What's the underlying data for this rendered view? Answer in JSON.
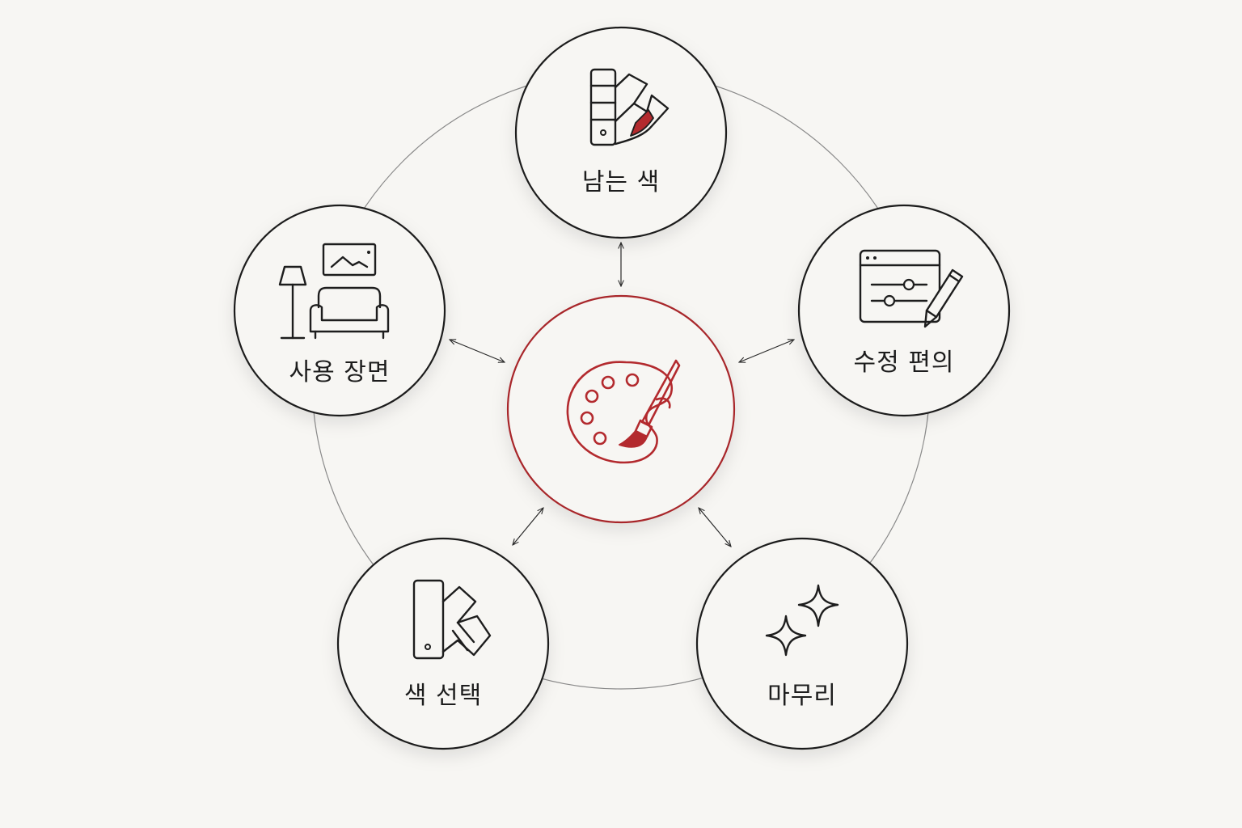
{
  "diagram": {
    "center": {
      "icon": "palette-brush-icon",
      "accent_color": "#b32a2e"
    },
    "nodes": [
      {
        "id": "remaining-colors",
        "label": "남는 색",
        "icon": "color-swatch-fan-icon"
      },
      {
        "id": "editing-convenience",
        "label": "수정 편의",
        "icon": "window-sliders-pencil-icon"
      },
      {
        "id": "finishing",
        "label": "마무리",
        "icon": "sparkles-icon"
      },
      {
        "id": "color-selection",
        "label": "색 선택",
        "icon": "color-swatch-book-icon"
      },
      {
        "id": "usage-scene",
        "label": "사용 장면",
        "icon": "living-room-icon"
      }
    ]
  }
}
